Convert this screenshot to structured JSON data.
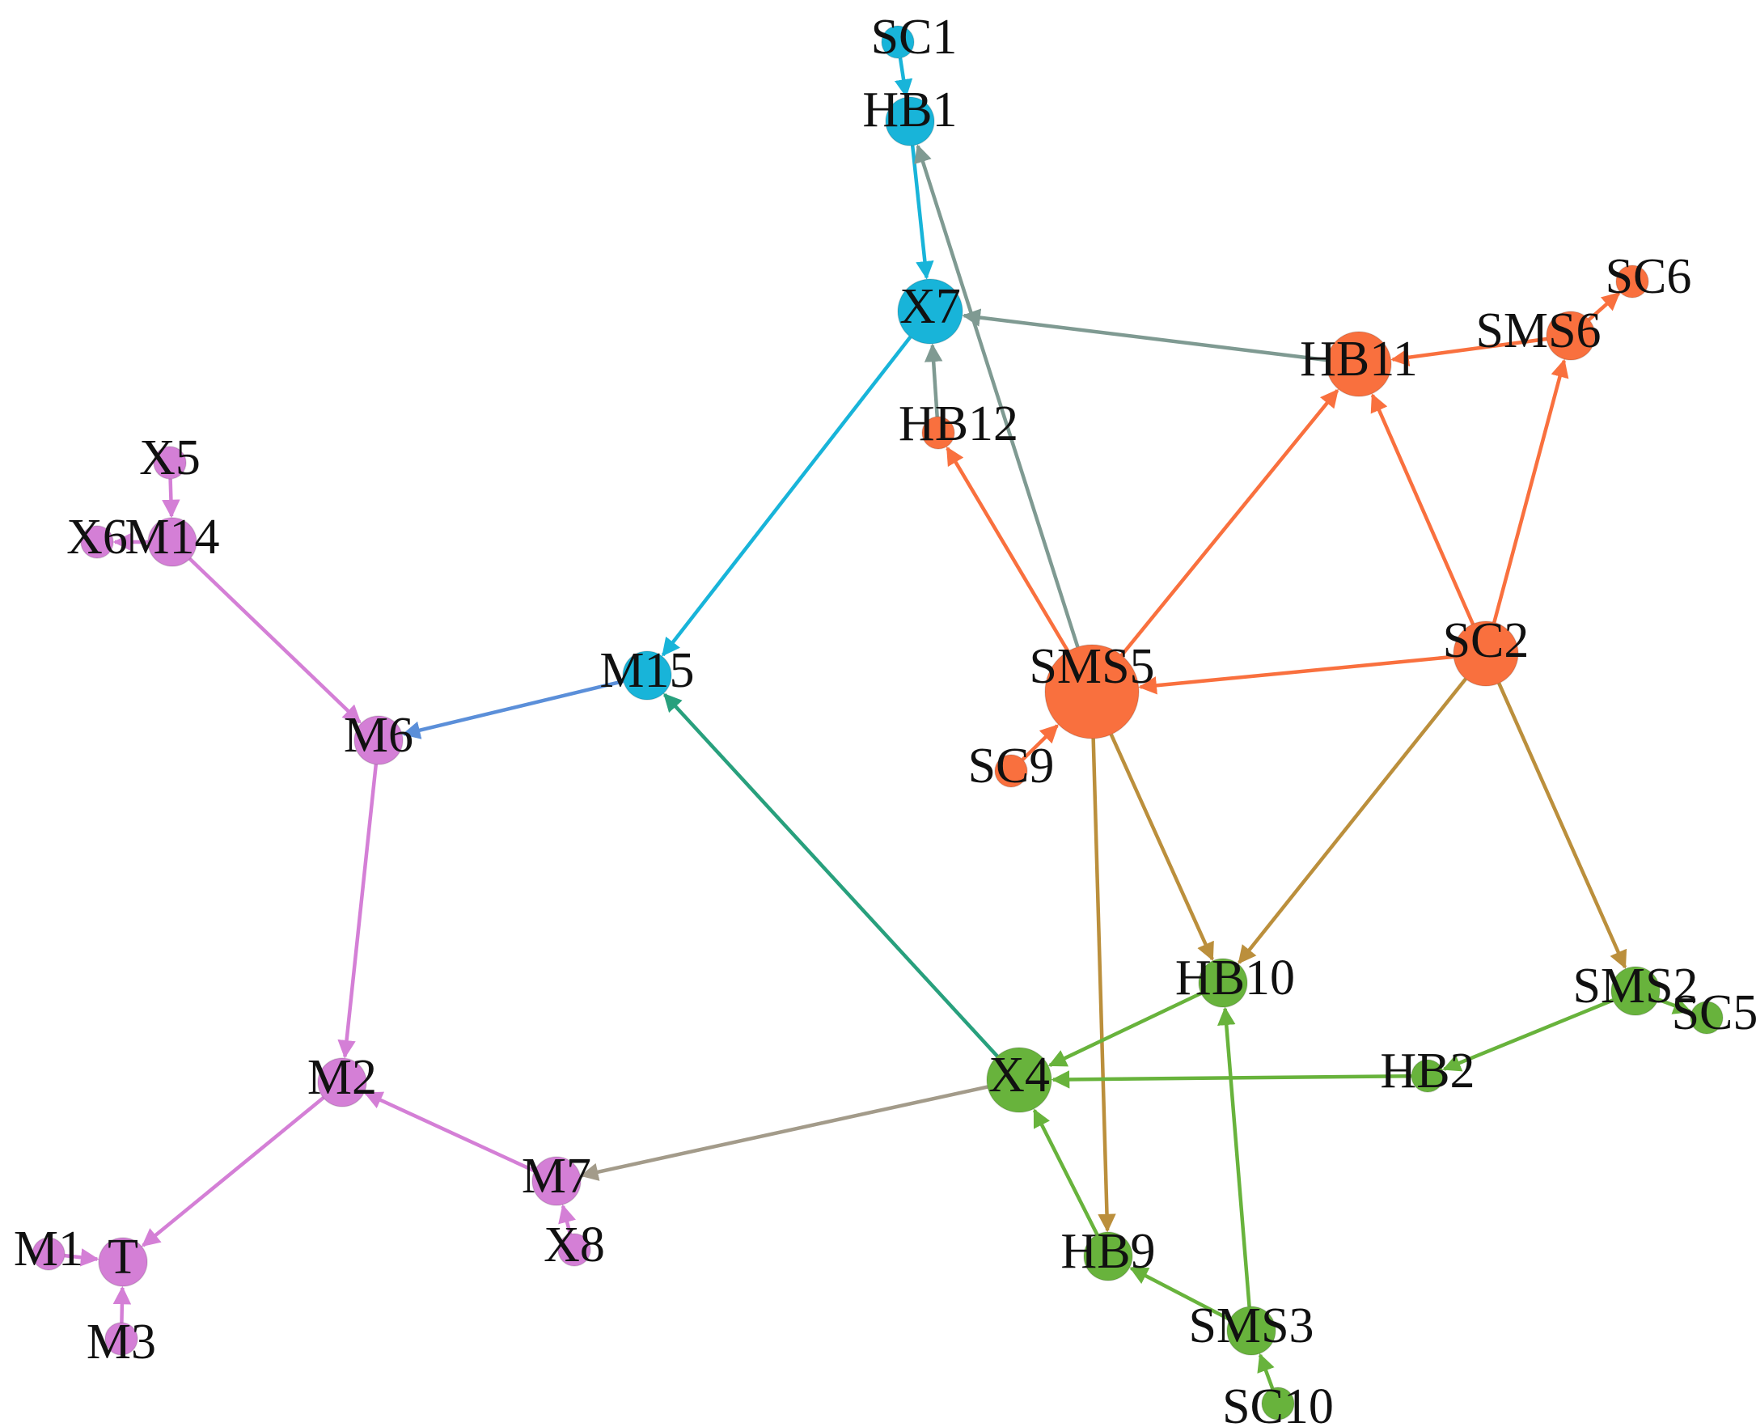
{
  "colors": {
    "cyan": "#18b4d9",
    "orange": "#f9703e",
    "green": "#68b33c",
    "purple": "#d47fd6",
    "gray_edge": "#7f9a92",
    "blue_edge": "#5b8fd9",
    "teal_edge": "#28a07d",
    "gold_edge": "#bb8f3c",
    "taupe_edge": "#a39b8a"
  },
  "nodes": [
    {
      "id": "SC1",
      "label": "SC1",
      "color": "cyan",
      "size": "s"
    },
    {
      "id": "HB1",
      "label": "HB1",
      "color": "cyan",
      "size": "m"
    },
    {
      "id": "X7",
      "label": "X7",
      "color": "cyan",
      "size": "l"
    },
    {
      "id": "M15",
      "label": "M15",
      "color": "cyan",
      "size": "m"
    },
    {
      "id": "SC6",
      "label": "SC6",
      "color": "orange",
      "size": "s"
    },
    {
      "id": "SMS6",
      "label": "SMS6",
      "color": "orange",
      "size": "m"
    },
    {
      "id": "HB11",
      "label": "HB11",
      "color": "orange",
      "size": "l"
    },
    {
      "id": "HB12",
      "label": "HB12",
      "color": "orange",
      "size": "s"
    },
    {
      "id": "SMS5",
      "label": "SMS5",
      "color": "orange",
      "size": "xl"
    },
    {
      "id": "SC2",
      "label": "SC2",
      "color": "orange",
      "size": "l"
    },
    {
      "id": "SC9",
      "label": "SC9",
      "color": "orange",
      "size": "s"
    },
    {
      "id": "X5",
      "label": "X5",
      "color": "purple",
      "size": "s"
    },
    {
      "id": "X6",
      "label": "X6",
      "color": "purple",
      "size": "s"
    },
    {
      "id": "M14",
      "label": "M14",
      "color": "purple",
      "size": "m"
    },
    {
      "id": "M6",
      "label": "M6",
      "color": "purple",
      "size": "m"
    },
    {
      "id": "M2",
      "label": "M2",
      "color": "purple",
      "size": "m"
    },
    {
      "id": "M7",
      "label": "M7",
      "color": "purple",
      "size": "m"
    },
    {
      "id": "X8",
      "label": "X8",
      "color": "purple",
      "size": "s"
    },
    {
      "id": "M1",
      "label": "M1",
      "color": "purple",
      "size": "s"
    },
    {
      "id": "T",
      "label": "T",
      "color": "purple",
      "size": "m"
    },
    {
      "id": "M3",
      "label": "M3",
      "color": "purple",
      "size": "s"
    },
    {
      "id": "HB10",
      "label": "HB10",
      "color": "green",
      "size": "m"
    },
    {
      "id": "SMS2",
      "label": "SMS2",
      "color": "green",
      "size": "m"
    },
    {
      "id": "SC5",
      "label": "SC5",
      "color": "green",
      "size": "s"
    },
    {
      "id": "HB2",
      "label": "HB2",
      "color": "green",
      "size": "s"
    },
    {
      "id": "X4",
      "label": "X4",
      "color": "green",
      "size": "l"
    },
    {
      "id": "HB9",
      "label": "HB9",
      "color": "green",
      "size": "m"
    },
    {
      "id": "SMS3",
      "label": "SMS3",
      "color": "green",
      "size": "m"
    },
    {
      "id": "SC10",
      "label": "SC10",
      "color": "green",
      "size": "s"
    }
  ],
  "edges": [
    {
      "from": "SC1",
      "to": "HB1",
      "color": "cyan"
    },
    {
      "from": "HB1",
      "to": "X7",
      "color": "cyan"
    },
    {
      "from": "X7",
      "to": "M15",
      "color": "cyan"
    },
    {
      "from": "M15",
      "to": "M6",
      "color": "blue_edge"
    },
    {
      "from": "HB11",
      "to": "X7",
      "color": "gray_edge"
    },
    {
      "from": "HB12",
      "to": "X7",
      "color": "gray_edge"
    },
    {
      "from": "SMS5",
      "to": "HB1",
      "color": "gray_edge"
    },
    {
      "from": "SMS6",
      "to": "SC6",
      "color": "orange"
    },
    {
      "from": "SMS6",
      "to": "HB11",
      "color": "orange"
    },
    {
      "from": "SMS5",
      "to": "HB11",
      "color": "orange"
    },
    {
      "from": "SMS5",
      "to": "HB12",
      "color": "orange"
    },
    {
      "from": "SC2",
      "to": "HB11",
      "color": "orange"
    },
    {
      "from": "SC2",
      "to": "SMS6",
      "color": "orange"
    },
    {
      "from": "SC2",
      "to": "SMS5",
      "color": "orange"
    },
    {
      "from": "SC9",
      "to": "SMS5",
      "color": "orange"
    },
    {
      "from": "SMS5",
      "to": "HB10",
      "color": "gold_edge"
    },
    {
      "from": "SMS5",
      "to": "HB9",
      "color": "gold_edge"
    },
    {
      "from": "SC2",
      "to": "HB10",
      "color": "gold_edge"
    },
    {
      "from": "SC2",
      "to": "SMS2",
      "color": "gold_edge"
    },
    {
      "from": "X4",
      "to": "M15",
      "color": "teal_edge"
    },
    {
      "from": "X4",
      "to": "M7",
      "color": "taupe_edge"
    },
    {
      "from": "HB10",
      "to": "X4",
      "color": "green"
    },
    {
      "from": "HB2",
      "to": "X4",
      "color": "green"
    },
    {
      "from": "SMS2",
      "to": "HB2",
      "color": "green"
    },
    {
      "from": "SMS2",
      "to": "SC5",
      "color": "green"
    },
    {
      "from": "HB9",
      "to": "X4",
      "color": "green"
    },
    {
      "from": "SMS3",
      "to": "HB9",
      "color": "green"
    },
    {
      "from": "SMS3",
      "to": "HB10",
      "color": "green"
    },
    {
      "from": "SC10",
      "to": "SMS3",
      "color": "green"
    },
    {
      "from": "X5",
      "to": "M14",
      "color": "purple"
    },
    {
      "from": "M14",
      "to": "X6",
      "color": "purple"
    },
    {
      "from": "M14",
      "to": "M6",
      "color": "purple"
    },
    {
      "from": "M6",
      "to": "M2",
      "color": "purple"
    },
    {
      "from": "M7",
      "to": "M2",
      "color": "purple"
    },
    {
      "from": "X8",
      "to": "M7",
      "color": "purple"
    },
    {
      "from": "M2",
      "to": "T",
      "color": "purple"
    },
    {
      "from": "M1",
      "to": "T",
      "color": "purple"
    },
    {
      "from": "M3",
      "to": "T",
      "color": "purple"
    }
  ]
}
